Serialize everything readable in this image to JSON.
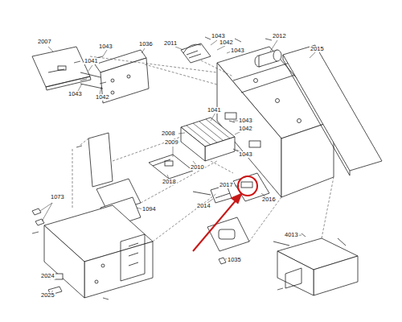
{
  "diagram": {
    "labels": [
      "2007",
      "1043",
      "1036",
      "1041",
      "1043",
      "1042",
      "1043",
      "2011",
      "1042",
      "1043",
      "2012",
      "2015",
      "1041",
      "2008",
      "1042",
      "1043",
      "2009",
      "1043",
      "2010",
      "2018",
      "2017",
      "2014",
      "2016",
      "1073",
      "1094",
      "4013",
      "1035",
      "2024",
      "2025"
    ]
  }
}
